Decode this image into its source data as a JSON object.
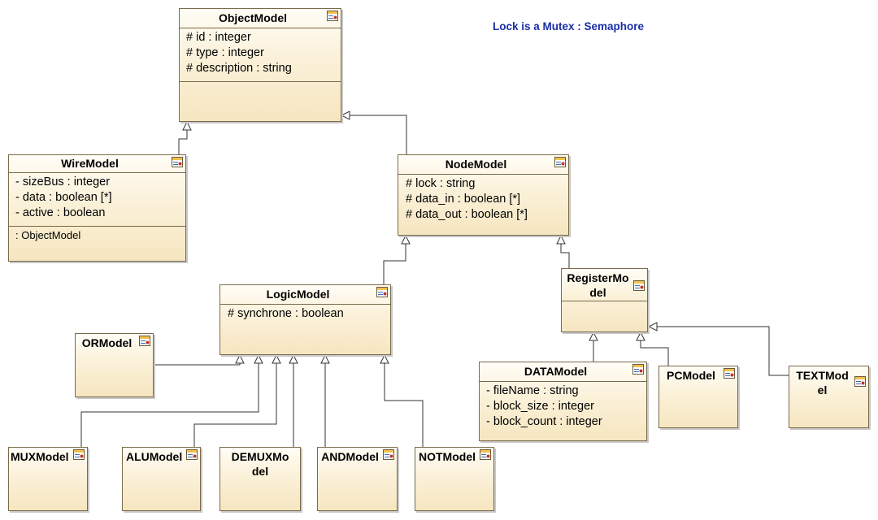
{
  "note": "Lock is a Mutex : Semaphore",
  "classes": {
    "object_model": {
      "name": "ObjectModel",
      "attributes": [
        "# id : integer",
        "# type : integer",
        "# description : string"
      ]
    },
    "wire_model": {
      "name": "WireModel",
      "attributes": [
        "- sizeBus : integer",
        "- data : boolean [*]",
        "- active : boolean"
      ],
      "operations": [
        ": ObjectModel"
      ]
    },
    "node_model": {
      "name": "NodeModel",
      "attributes": [
        "# lock : string",
        "# data_in : boolean [*]",
        "# data_out : boolean [*]"
      ]
    },
    "logic_model": {
      "name": "LogicModel",
      "attributes": [
        "# synchrone : boolean"
      ]
    },
    "register_model": {
      "name_line1": "RegisterMo",
      "name_line2": "del"
    },
    "or_model": {
      "name": "ORModel"
    },
    "data_model": {
      "name": "DATAModel",
      "attributes": [
        "- fileName : string",
        "- block_size : integer",
        "- block_count : integer"
      ]
    },
    "pc_model": {
      "name": "PCModel"
    },
    "text_model": {
      "name_line1": "TEXTMod",
      "name_line2": "el"
    },
    "mux_model": {
      "name": "MUXModel"
    },
    "alu_model": {
      "name": "ALUModel"
    },
    "demux_model": {
      "name_line1": "DEMUXMo",
      "name_line2": "del"
    },
    "and_model": {
      "name": "ANDModel"
    },
    "not_model": {
      "name": "NOTModel"
    }
  },
  "colors": {
    "box_fill_top": "#fffdf6",
    "box_fill_bottom": "#f6e6c0",
    "border": "#7a6a4a",
    "note_text": "#1a2fa6",
    "line": "#333333"
  },
  "icon": "class-icon"
}
